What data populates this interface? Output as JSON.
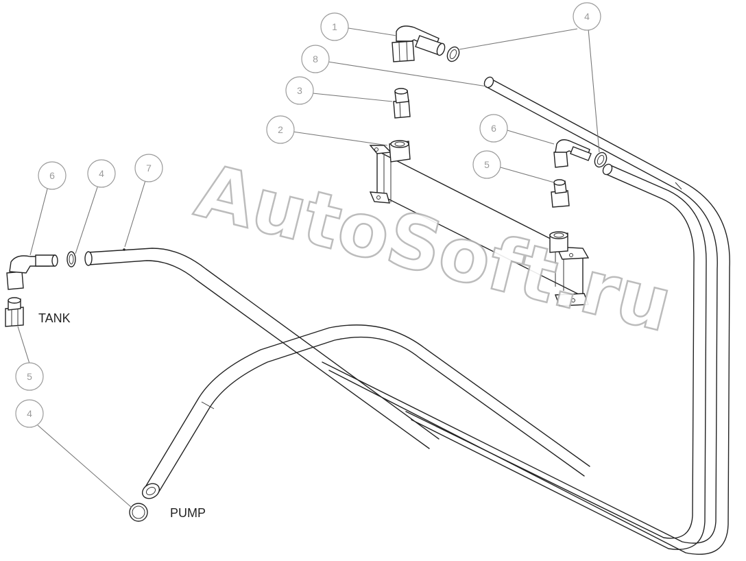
{
  "watermark": "AutoSoft.ru",
  "labels": {
    "tank": "TANK",
    "pump": "PUMP"
  },
  "balloons": [
    {
      "id": "b1",
      "text": "1"
    },
    {
      "id": "b4a",
      "text": "4"
    },
    {
      "id": "b8",
      "text": "8"
    },
    {
      "id": "b3",
      "text": "3"
    },
    {
      "id": "b2",
      "text": "2"
    },
    {
      "id": "b6a",
      "text": "6"
    },
    {
      "id": "b5a",
      "text": "5"
    },
    {
      "id": "b6b",
      "text": "6"
    },
    {
      "id": "b4b",
      "text": "4"
    },
    {
      "id": "b7",
      "text": "7"
    },
    {
      "id": "b5b",
      "text": "5"
    },
    {
      "id": "b4c",
      "text": "4"
    }
  ],
  "colors": {
    "line": "#222222",
    "balloon": "#9a9a9a",
    "watermark_stroke": "#b5b5b5"
  }
}
